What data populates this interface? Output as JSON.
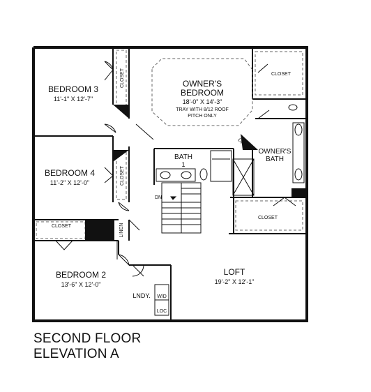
{
  "plan": {
    "rooms": [
      {
        "id": "bedroom3",
        "name": "BEDROOM 3",
        "dims": "11'-1\" X 12'-7\""
      },
      {
        "id": "owners_bedroom",
        "name_lines": [
          "OWNER'S",
          "BEDROOM"
        ],
        "dims": "18'-0\" X 14'-3\"",
        "notes": [
          "TRAY WITH 8/12 ROOF",
          "PITCH ONLY"
        ]
      },
      {
        "id": "bath1",
        "name_lines": [
          "BATH",
          "1"
        ]
      },
      {
        "id": "owners_bath",
        "name_lines": [
          "OWNER'S",
          "BATH"
        ]
      },
      {
        "id": "bedroom4",
        "name": "BEDROOM 4",
        "dims": "11'-2\" X 12'-0\""
      },
      {
        "id": "bedroom2",
        "name": "BEDROOM 2",
        "dims": "13'-6\" X 12'-0\""
      },
      {
        "id": "loft",
        "name": "LOFT",
        "dims": "19'-2\" X 12'-1\""
      },
      {
        "id": "laundry",
        "name": "LNDY."
      }
    ],
    "labels": {
      "closet": "CLOSET",
      "linen": "LINEN",
      "down": "DN",
      "washer_dryer": "W/D",
      "location": "LOC"
    }
  },
  "caption": {
    "line1": "SECOND FLOOR",
    "line2": "ELEVATION A"
  }
}
